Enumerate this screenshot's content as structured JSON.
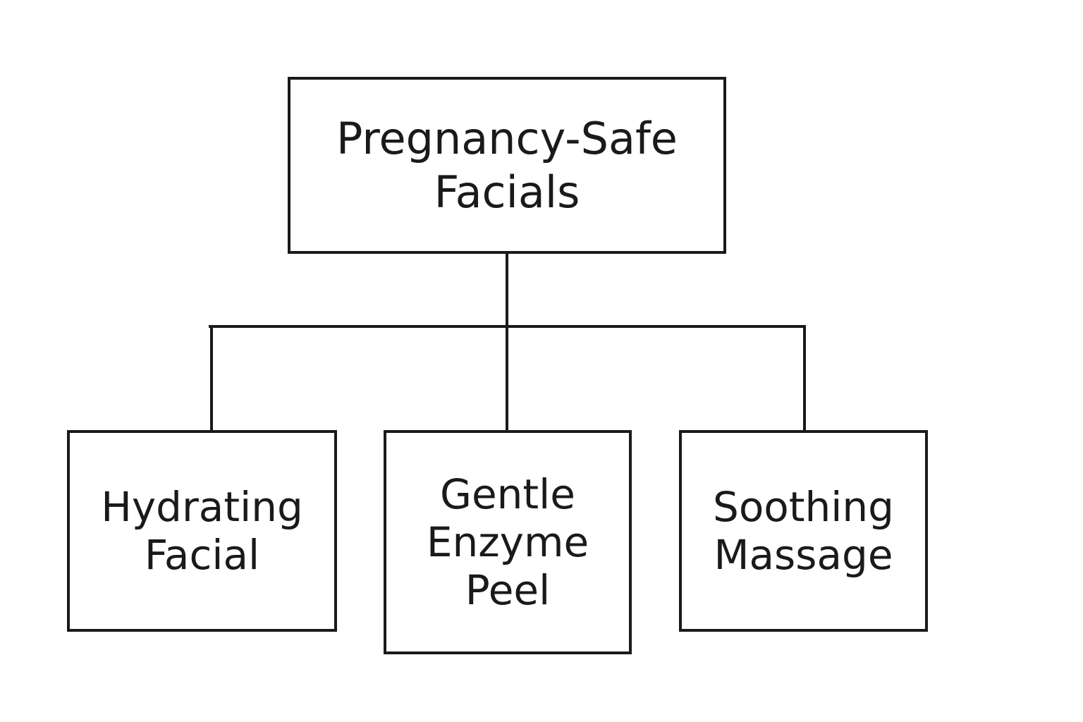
{
  "diagram": {
    "root": {
      "lines": [
        "Pregnancy-Safe",
        "Facials"
      ]
    },
    "children": [
      {
        "lines": [
          "Hydrating",
          "Facial"
        ]
      },
      {
        "lines": [
          "Gentle",
          "Enzyme",
          "Peel"
        ]
      },
      {
        "lines": [
          "Soothing",
          "Massage"
        ]
      }
    ]
  },
  "colors": {
    "stroke": "#1a1a1a",
    "background": "#ffffff",
    "text": "#1a1a1a"
  }
}
